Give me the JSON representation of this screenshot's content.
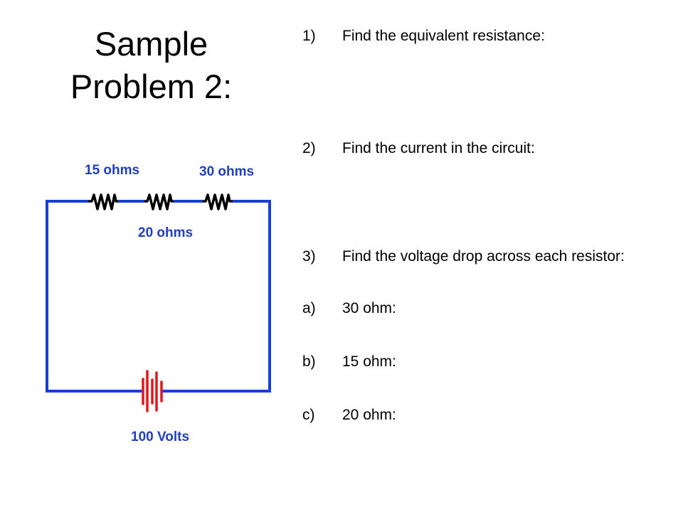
{
  "title": {
    "line1": "Sample",
    "line2": "Problem 2:"
  },
  "circuit": {
    "resistor_labels": [
      "15 ohms",
      "20 ohms",
      "30 ohms"
    ],
    "battery_label": "100 Volts",
    "colors": {
      "wire": "#1a3fd6",
      "resistor": "#000000",
      "battery": "#e0181b",
      "labels": "#1f3fc0"
    }
  },
  "questions": [
    {
      "number": "1)",
      "text": "Find the equivalent  resistance:"
    },
    {
      "number": "2)",
      "text": "Find the current in the circuit:"
    },
    {
      "number": "3)",
      "text": "Find the voltage drop across each resistor:"
    },
    {
      "number": "a)",
      "text": "30 ohm:"
    },
    {
      "number": "b)",
      "text": "15 ohm:"
    },
    {
      "number": "c)",
      "text": "20 ohm:"
    }
  ]
}
